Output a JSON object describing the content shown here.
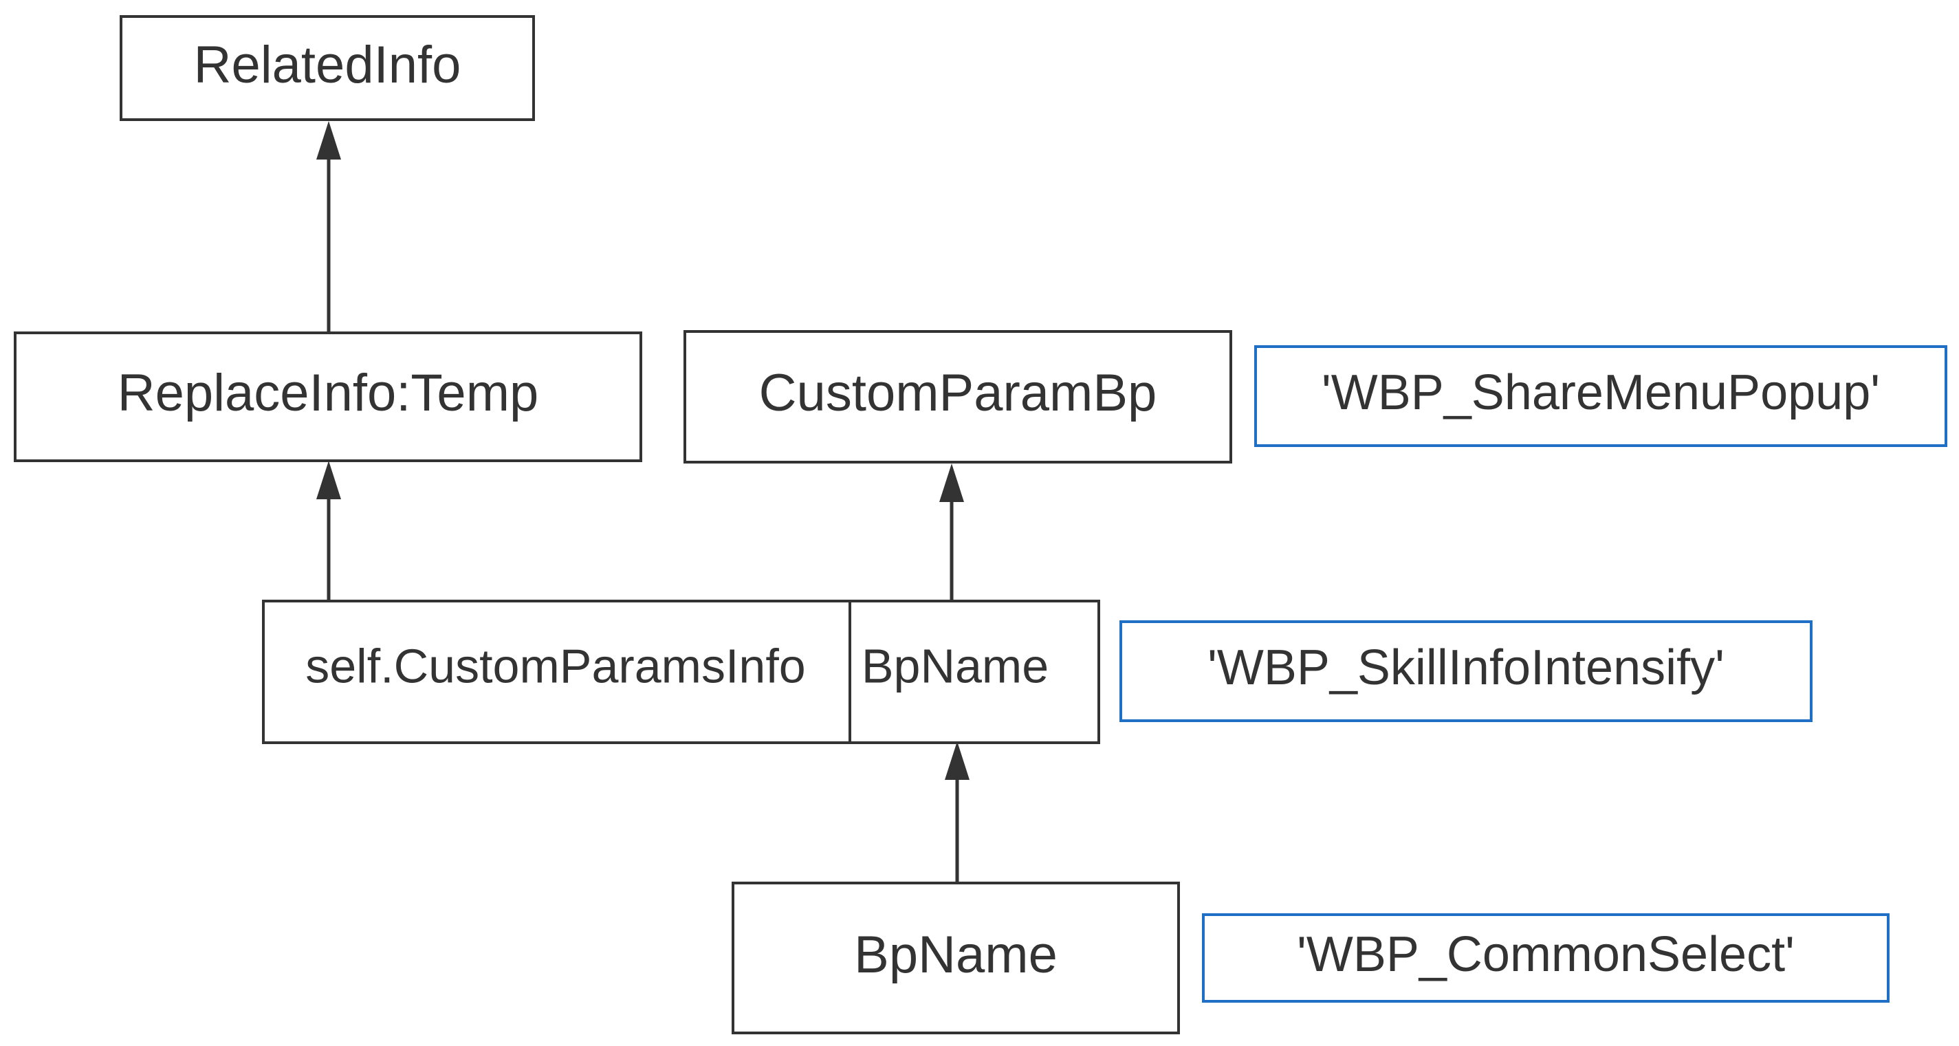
{
  "diagram": {
    "nodes": {
      "related_info": "RelatedInfo",
      "replace_info": "ReplaceInfo:Temp",
      "custom_param_bp": "CustomParamBp",
      "custom_params_info": "self.CustomParamsInfo",
      "bp_name_member": "BpName",
      "bp_name": "BpName"
    },
    "values": {
      "share_menu_popup": "'WBP_ShareMenuPopup'",
      "skill_info_intensify": "'WBP_SkillInfoIntensify'",
      "common_select": "'WBP_CommonSelect'"
    },
    "edges": [
      {
        "from": "replace_info",
        "to": "related_info"
      },
      {
        "from": "custom_params_info",
        "to": "replace_info"
      },
      {
        "from": "bp_name_member",
        "to": "custom_param_bp"
      },
      {
        "from": "bp_name",
        "to": "bp_name_member"
      }
    ],
    "colors": {
      "node_stroke": "#333333",
      "value_stroke": "#1f6fc7",
      "text": "#333333"
    }
  }
}
